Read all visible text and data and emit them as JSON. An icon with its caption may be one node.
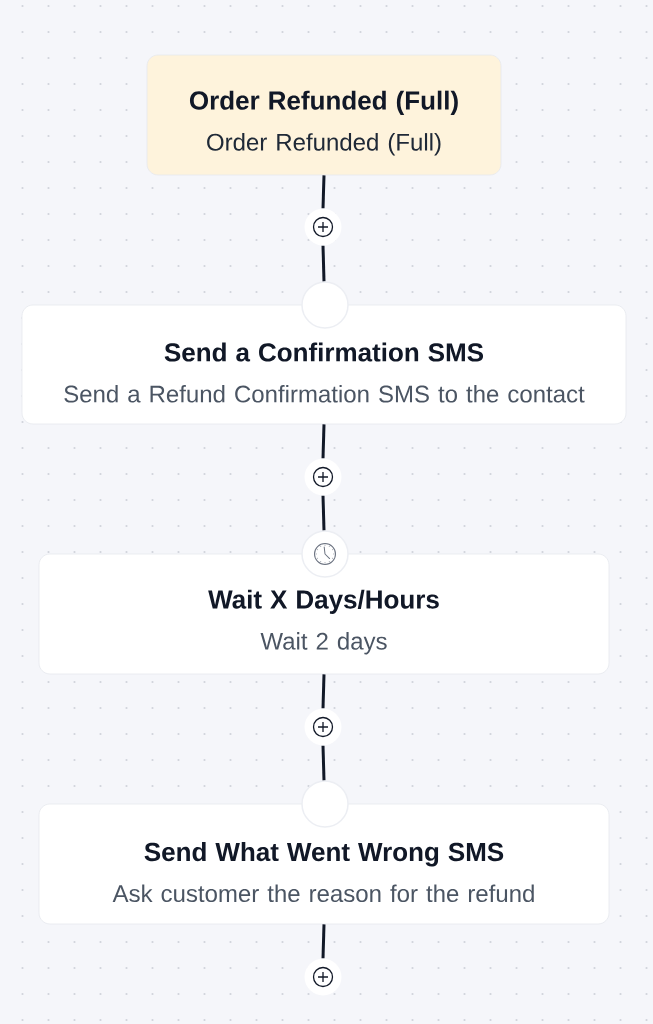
{
  "diagram": {
    "nodes": [
      {
        "text": [
          "Order Refunded (Full)",
          "Order Refunded (Full)"
        ]
      },
      {
        "text": [],
        "shape": "circle"
      },
      {
        "text": [
          "Send a Confirmation SMS",
          "Send a Refund Confirmation SMS to the contact"
        ]
      },
      {
        "text": [],
        "shape": "circle"
      },
      {
        "text": [
          "Wait X Days/Hours",
          "Wait 2 days"
        ]
      },
      {
        "text": [],
        "shape": "circle"
      },
      {
        "text": [
          "Send What Went Wrong SMS",
          "Ask customer the reason for the refund"
        ]
      },
      {
        "text": [],
        "shape": "circle"
      }
    ],
    "edges": [
      {
        "from": 0,
        "to": 1,
        "arrow": "none"
      },
      {
        "from": 1,
        "to": 2,
        "arrow": "none"
      },
      {
        "from": 2,
        "to": 3,
        "arrow": "none"
      },
      {
        "from": 3,
        "to": 4,
        "arrow": "none"
      },
      {
        "from": 4,
        "to": 5,
        "arrow": "none"
      },
      {
        "from": 5,
        "to": 6,
        "arrow": "none"
      },
      {
        "from": 6,
        "to": 7,
        "arrow": "none"
      }
    ]
  }
}
